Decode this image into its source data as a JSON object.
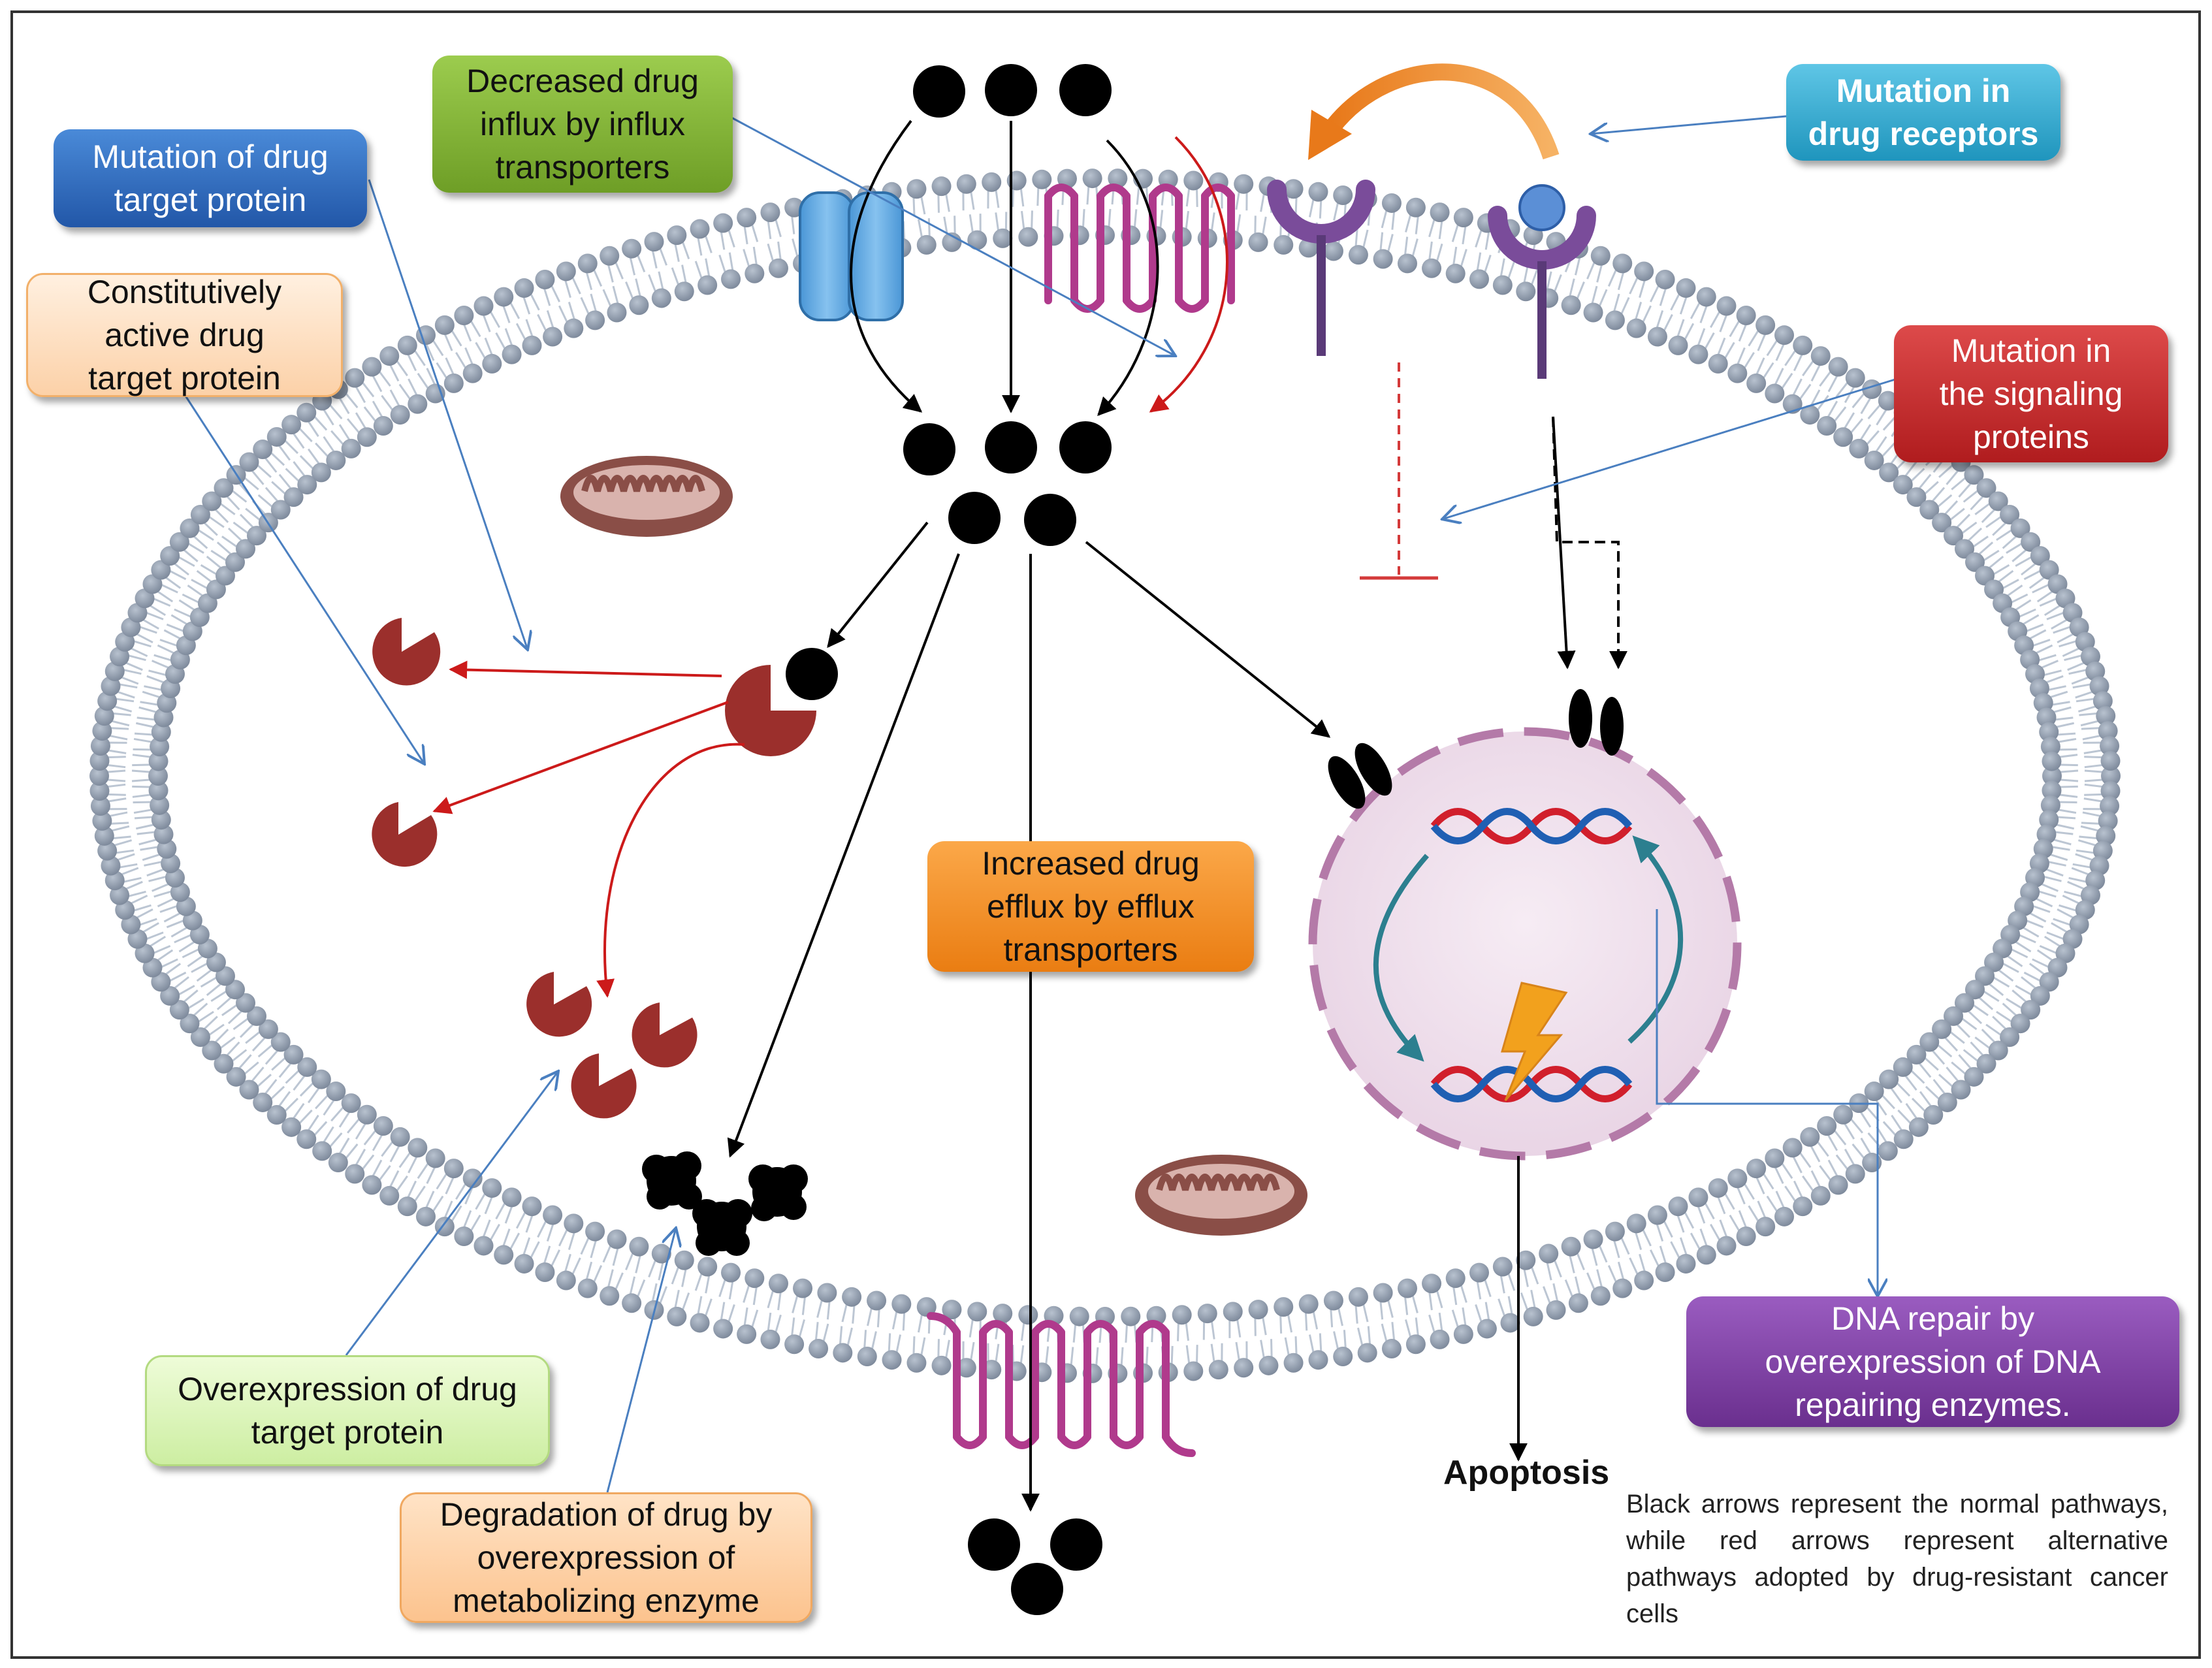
{
  "labels": {
    "mutation_target": "Mutation of drug\ntarget protein",
    "constitutive": "Constitutively\nactive drug\ntarget protein",
    "decreased_influx": "Decreased drug\ninflux by influx\ntransporters",
    "mutation_receptors": "Mutation in\ndrug receptors",
    "mutation_signaling": "Mutation in\nthe signaling\nproteins",
    "increased_efflux": "Increased drug\nefflux by efflux\ntransporters",
    "overexpression_target": "Overexpression of drug\ntarget protein",
    "degradation": "Degradation of drug by\noverexpression of\nmetabolizing enzyme",
    "dna_repair": "DNA repair by\noverexpression of DNA\nrepairing enzymes.",
    "apoptosis": "Apoptosis"
  },
  "legend_text": "Black arrows represent the normal pathways, while red arrows represent alternative pathways adopted by drug-resistant cancer cells",
  "colors": {
    "blue_box": "#2e6fc4",
    "orange_light": "#fdd9b5",
    "green_box": "#7cae2f",
    "teal_box": "#2aa6cc",
    "red_box": "#c0282a",
    "orange_box": "#f08a1c",
    "green_light": "#d8f5b0",
    "purple_box": "#7a3f9e",
    "membrane_head": "#8d99aa",
    "drug": "#000000",
    "target_protein": "#9b2f2c",
    "alt_arrow": "#cc1a1a",
    "transporter_pink": "#b03a8c",
    "channel_blue": "#5aa8e0",
    "receptor_purple": "#7a4c9a",
    "nucleus_fill": "#f0e1ee",
    "nucleus_edge": "#b47aa8"
  }
}
